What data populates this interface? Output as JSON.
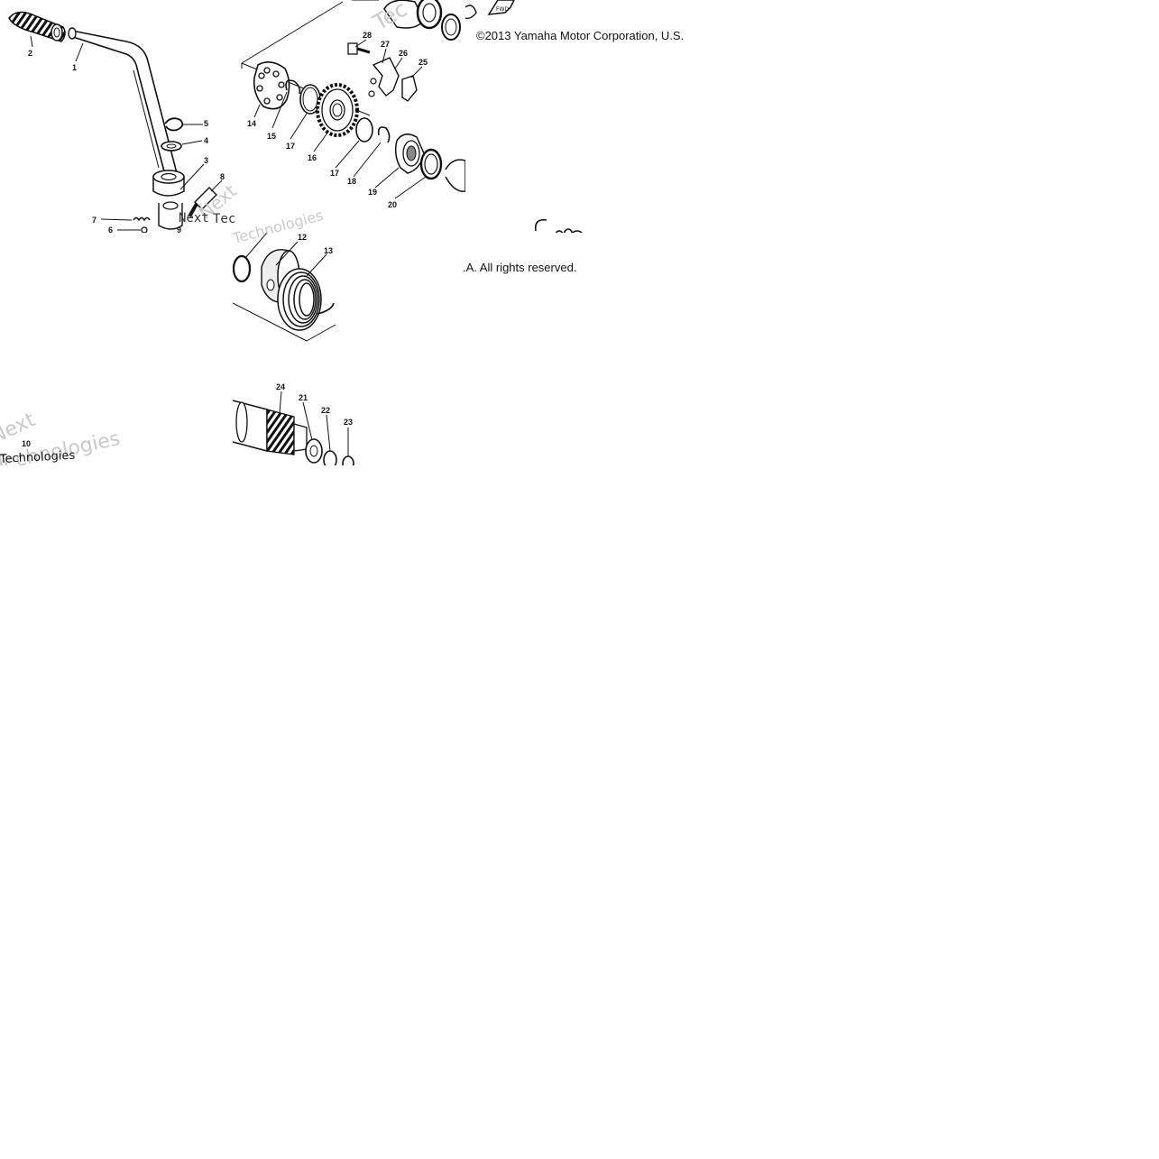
{
  "copyright": {
    "line1": "©2013 Yamaha Motor Corporation, U.S.",
    "line2": ".A. All rights reserved."
  },
  "fwd_label": "FWD",
  "watermark": {
    "text_a": "Next",
    "text_b": "Technologies",
    "text_c": "Tec"
  },
  "callouts": [
    {
      "id": "c1",
      "label": "1"
    },
    {
      "id": "c2",
      "label": "2"
    },
    {
      "id": "c3",
      "label": "3"
    },
    {
      "id": "c4",
      "label": "4"
    },
    {
      "id": "c5",
      "label": "5"
    },
    {
      "id": "c6",
      "label": "6"
    },
    {
      "id": "c7",
      "label": "7"
    },
    {
      "id": "c8",
      "label": "8"
    },
    {
      "id": "c9",
      "label": "9"
    },
    {
      "id": "c10",
      "label": "10"
    },
    {
      "id": "c12",
      "label": "12"
    },
    {
      "id": "c13",
      "label": "13"
    },
    {
      "id": "c14",
      "label": "14"
    },
    {
      "id": "c15",
      "label": "15"
    },
    {
      "id": "c16",
      "label": "16"
    },
    {
      "id": "c17a",
      "label": "17"
    },
    {
      "id": "c17b",
      "label": "17"
    },
    {
      "id": "c18",
      "label": "18"
    },
    {
      "id": "c19",
      "label": "19"
    },
    {
      "id": "c20",
      "label": "20"
    },
    {
      "id": "c21",
      "label": "21"
    },
    {
      "id": "c22",
      "label": "22"
    },
    {
      "id": "c23",
      "label": "23"
    },
    {
      "id": "c24",
      "label": "24"
    },
    {
      "id": "c25",
      "label": "25"
    },
    {
      "id": "c26",
      "label": "26"
    },
    {
      "id": "c27",
      "label": "27"
    },
    {
      "id": "c28",
      "label": "28"
    }
  ]
}
